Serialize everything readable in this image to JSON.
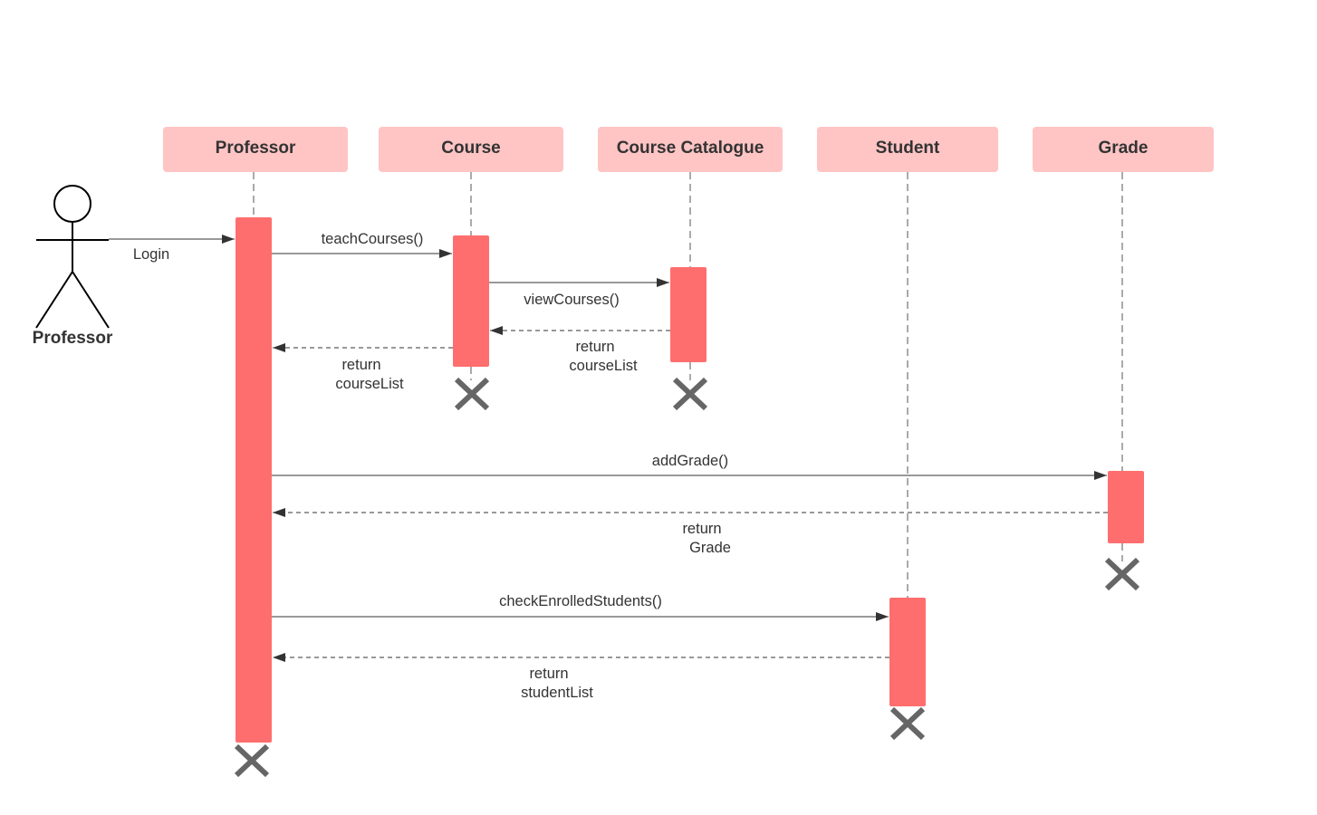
{
  "actor": {
    "label": "Professor"
  },
  "participants": [
    {
      "id": "professor",
      "label": "Professor"
    },
    {
      "id": "course",
      "label": "Course"
    },
    {
      "id": "catalogue",
      "label": "Course Catalogue"
    },
    {
      "id": "student",
      "label": "Student"
    },
    {
      "id": "grade",
      "label": "Grade"
    }
  ],
  "messages": [
    {
      "id": "login",
      "from": "actor",
      "to": "professor",
      "style": "solid",
      "lines": [
        "Login"
      ]
    },
    {
      "id": "teach-courses",
      "from": "professor",
      "to": "course",
      "style": "solid",
      "lines": [
        "teachCourses()"
      ]
    },
    {
      "id": "view-courses",
      "from": "course",
      "to": "catalogue",
      "style": "solid",
      "lines": [
        "viewCourses()"
      ]
    },
    {
      "id": "return-catalogue-courselist",
      "from": "catalogue",
      "to": "course",
      "style": "dashed",
      "lines": [
        "return",
        "courseList"
      ]
    },
    {
      "id": "return-course-courselist",
      "from": "course",
      "to": "professor",
      "style": "dashed",
      "lines": [
        "return",
        "courseList"
      ]
    },
    {
      "id": "add-grade",
      "from": "professor",
      "to": "grade",
      "style": "solid",
      "lines": [
        "addGrade()"
      ]
    },
    {
      "id": "return-grade",
      "from": "grade",
      "to": "professor",
      "style": "dashed",
      "lines": [
        "return",
        "Grade"
      ]
    },
    {
      "id": "check-enrolled-students",
      "from": "professor",
      "to": "student",
      "style": "solid",
      "lines": [
        "checkEnrolledStudents()"
      ]
    },
    {
      "id": "return-studentlist",
      "from": "student",
      "to": "professor",
      "style": "dashed",
      "lines": [
        "return",
        "studentList"
      ]
    }
  ],
  "colors": {
    "participant_box": "#ffc4c4",
    "activation_bar": "#ff6e6e",
    "destroy_mark": "#666666",
    "text": "#333333"
  }
}
